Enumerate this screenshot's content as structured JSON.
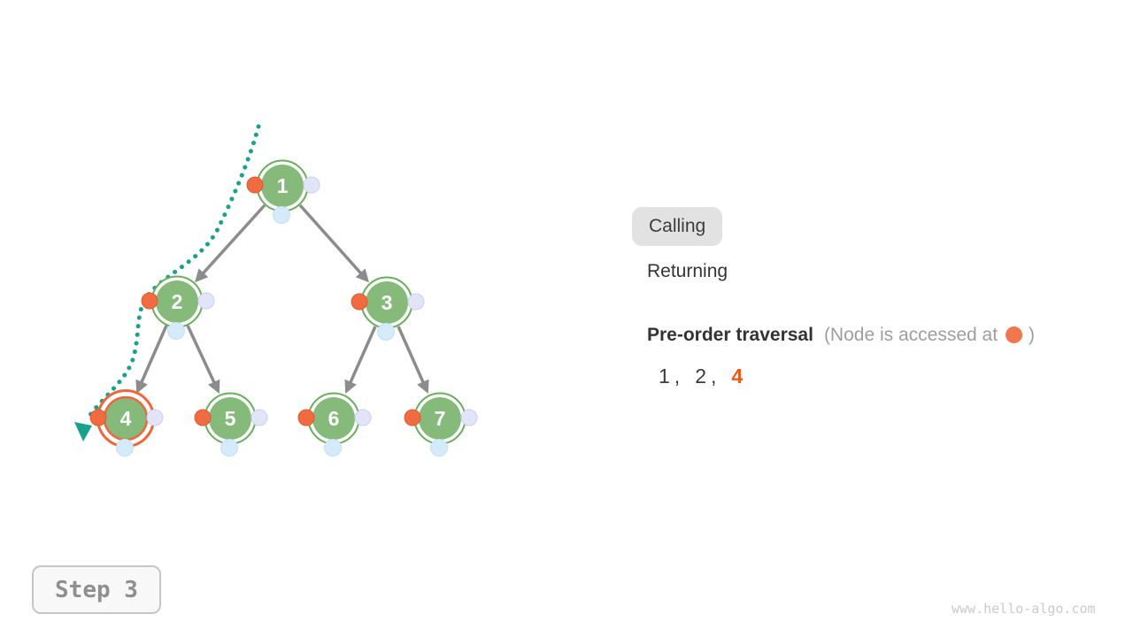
{
  "page": {
    "background": "#FFFFFF",
    "watermark": "www.hello-algo.com"
  },
  "step_indicator": {
    "label": "Step 3"
  },
  "legend": {
    "calling_label": "Calling",
    "returning_label": "Returning",
    "active": "Calling"
  },
  "traversal": {
    "title": "Pre-order traversal",
    "note_prefix": "(Node is accessed at",
    "note_suffix": ")",
    "access_marker_icon": "orange-dot",
    "sequence": [
      "1",
      "2",
      "4"
    ],
    "comma": ",",
    "current_index": 2,
    "current_value": "4"
  },
  "tree": {
    "type": "binary-tree",
    "nodes": [
      {
        "value": "1",
        "highlighted": false
      },
      {
        "value": "2",
        "highlighted": false
      },
      {
        "value": "3",
        "highlighted": false
      },
      {
        "value": "4",
        "highlighted": true
      },
      {
        "value": "5",
        "highlighted": false
      },
      {
        "value": "6",
        "highlighted": false
      },
      {
        "value": "7",
        "highlighted": false
      }
    ],
    "edges": [
      [
        "1",
        "2"
      ],
      [
        "1",
        "3"
      ],
      [
        "2",
        "4"
      ],
      [
        "2",
        "5"
      ],
      [
        "3",
        "6"
      ],
      [
        "3",
        "7"
      ]
    ],
    "call_path": [
      "1",
      "2",
      "4"
    ]
  },
  "colors": {
    "node_fill": "#85BA7B",
    "node_ring": "#68AE5C",
    "access_dot": "#F06B41",
    "right_dot": "#E2E5F8",
    "bottom_dot": "#D5EBFA",
    "trail": "#18A28A",
    "edge": "#8C8C8C",
    "highlight_ring": "#F0663C",
    "current_value_text": "#EE5A1D",
    "legend_active_bg": "#E2E2E2"
  }
}
